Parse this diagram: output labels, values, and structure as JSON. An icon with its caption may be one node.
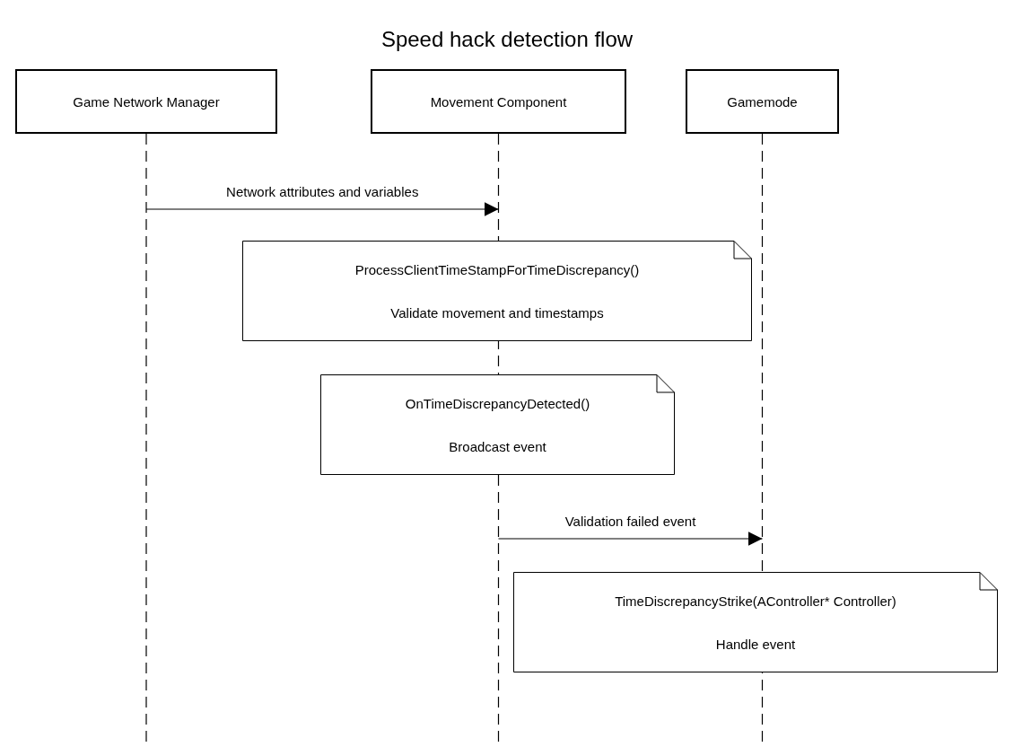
{
  "diagram": {
    "title": "Speed hack detection flow",
    "nodes": [
      {
        "text": [
          "Game Network Manager"
        ]
      },
      {
        "text": [
          "Movement Component"
        ]
      },
      {
        "text": [
          "Gamemode"
        ]
      },
      {
        "text": [
          "ProcessClientTimeStampForTimeDiscrepancy()",
          "Validate movement and timestamps"
        ]
      },
      {
        "text": [
          "OnTimeDiscrepancyDetected()",
          "Broadcast event"
        ]
      },
      {
        "text": [
          "TimeDiscrepancyStrike(AController* Controller)",
          "Handle event"
        ]
      }
    ],
    "edges": [
      {
        "from": 0,
        "to": 1,
        "arrow": "to",
        "label": "Network attributes and variables"
      },
      {
        "from": 1,
        "to": 2,
        "arrow": "to",
        "label": "Validation failed event"
      }
    ]
  }
}
